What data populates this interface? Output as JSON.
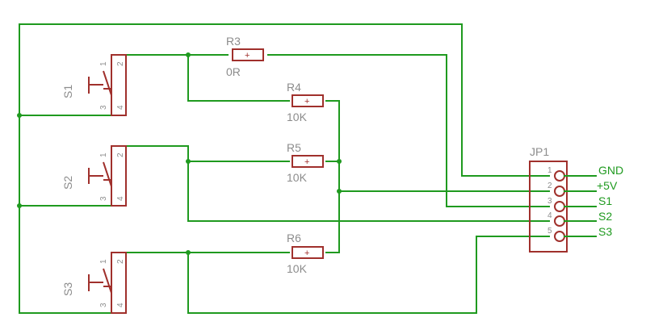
{
  "colors": {
    "wire": "#1f9a1f",
    "component": "#a0302c",
    "label": "#8c8c8c",
    "background": "#ffffff"
  },
  "resistors": [
    {
      "ref": "R3",
      "value": "0R"
    },
    {
      "ref": "R4",
      "value": "10K"
    },
    {
      "ref": "R5",
      "value": "10K"
    },
    {
      "ref": "R6",
      "value": "10K"
    }
  ],
  "switches": [
    {
      "ref": "S1",
      "pins": [
        "1",
        "2",
        "3",
        "4"
      ]
    },
    {
      "ref": "S2",
      "pins": [
        "1",
        "2",
        "3",
        "4"
      ]
    },
    {
      "ref": "S3",
      "pins": [
        "1",
        "2",
        "3",
        "4"
      ]
    }
  ],
  "header": {
    "ref": "JP1",
    "pins": [
      "1",
      "2",
      "3",
      "4",
      "5"
    ],
    "nets": [
      "GND",
      "+5V",
      "S1",
      "S2",
      "S3"
    ]
  },
  "resistor_symbol": "+"
}
